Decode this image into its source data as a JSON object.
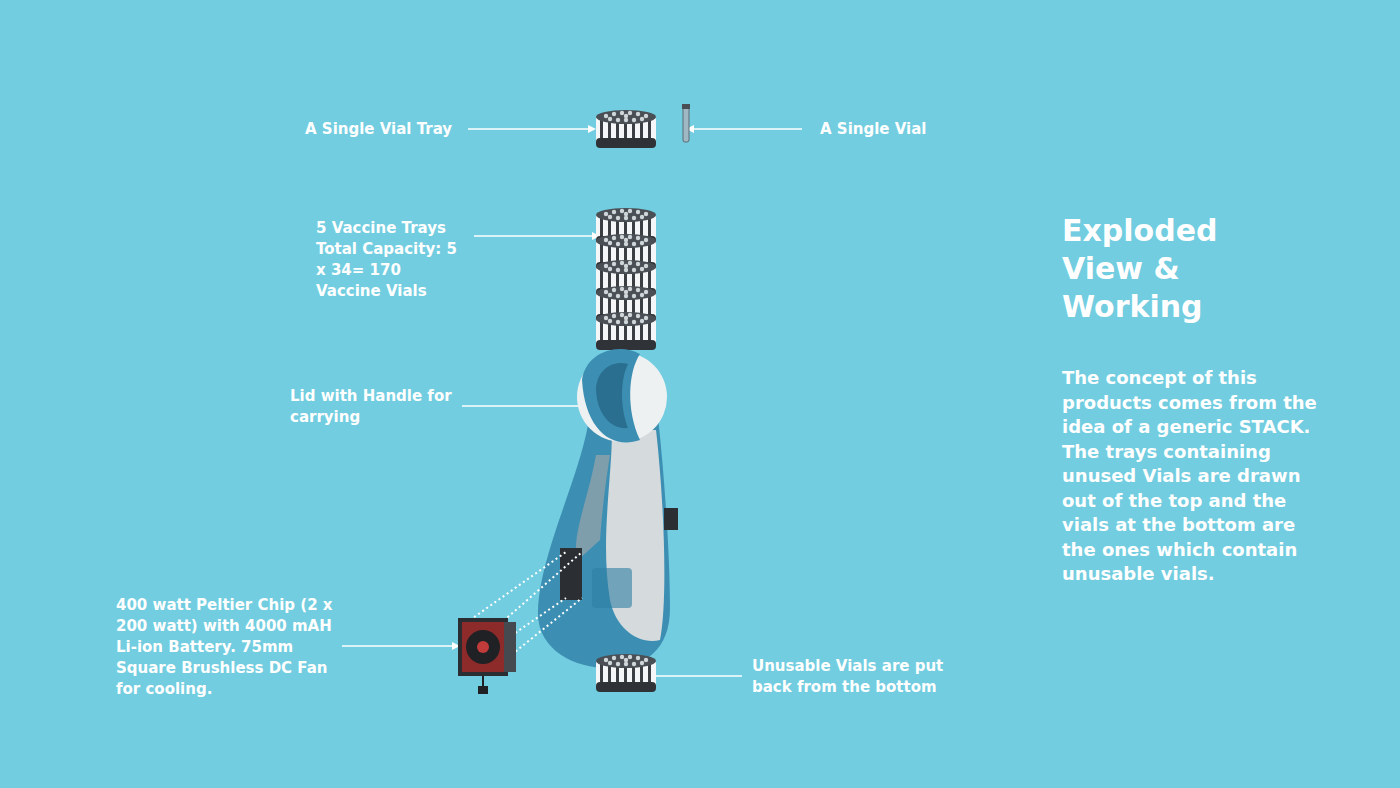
{
  "diagram": {
    "title": "Exploded View & Working",
    "labels": [
      "A Single Vial Tray",
      "A Single Vial",
      "5 Vaccine Trays Total Capacity: 5 x 34= 170 Vaccine Vials",
      "Lid with Handle for carrying",
      "400 watt Peltier Chip (2 x 200 watt) with 4000 mAH Li-ion Battery. 75mm Square Brushless DC Fan for cooling.",
      "Unusable Vials are put back from the bottom",
      "The concept of this products comes from the idea of a generic STACK. The trays containing unused Vials are drawn out of the top and the vials at the bottom are the ones which contain unusable vials."
    ]
  }
}
